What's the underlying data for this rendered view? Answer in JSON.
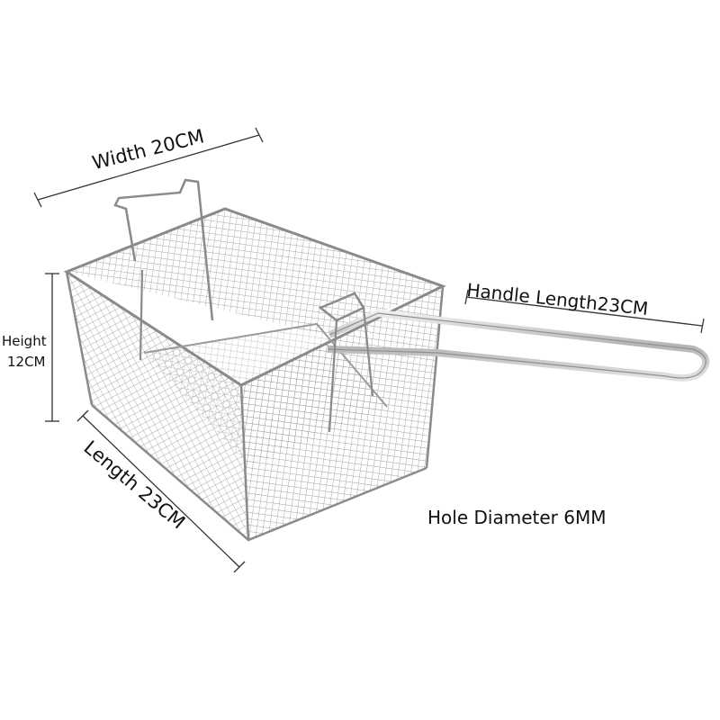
{
  "labels": {
    "width": "Width 20CM",
    "handle": "Handle Length23CM",
    "height_line1": "Height",
    "height_line2": "12CM",
    "length": "Length 23CM",
    "hole": "Hole Diameter 6MM"
  },
  "colors": {
    "wire": "#8f8f8f",
    "wire_dark": "#6f6f6f",
    "handle": "#c8c8c8",
    "dim_line": "#333333",
    "background": "#ffffff"
  }
}
